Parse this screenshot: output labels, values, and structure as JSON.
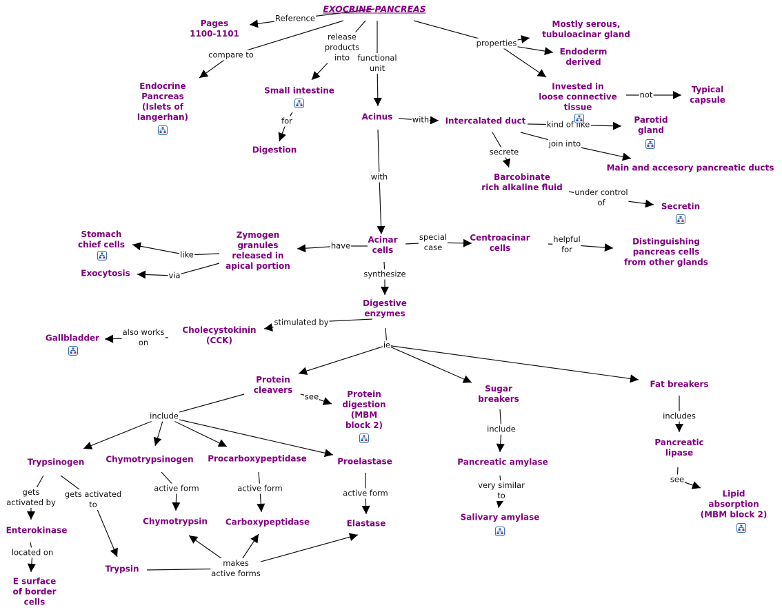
{
  "map_title": "EXOCRINE PANCREAS",
  "colors": {
    "concept": "#800080",
    "link": "#111111",
    "icon_border": "#3a6fb0"
  },
  "concepts": {
    "exocrine": "EXOCRINE PANCREAS",
    "pages": "Pages\n1100-1101",
    "endocrine": "Endocrine\nPancreas\n(Islets of\nlangerhan)",
    "small_intestine": "Small intestine",
    "digestion": "Digestion",
    "acinus": "Acinus",
    "serous": "Mostly serous,\ntubuloacinar gland",
    "endoderm": "Endoderm\nderived",
    "invested": "Invested in\nloose connective\ntissue",
    "typical_capsule": "Typical\ncapsule",
    "intercalated": "Intercalated duct",
    "parotid": "Parotid\ngland",
    "main_ducts": "Main and accesory pancreatic ducts",
    "barcobinate": "Barcobinate\nrich alkaline fluid",
    "secretin": "Secretin",
    "stomach_chief": "Stomach\nchief cells",
    "exocytosis": "Exocytosis",
    "zymogen": "Zymogen\ngranules\nreleased in\napical portion",
    "acinar_cells": "Acinar\ncells",
    "centroacinar": "Centroacinar\ncells",
    "distinguishing": "Distinguishing\npancreas cells\nfrom other glands",
    "digestive_enzymes": "Digestive\nenzymes",
    "cck": "Cholecystokinin\n(CCK)",
    "gallbladder": "Gallbladder",
    "protein_cleavers": "Protein\ncleavers",
    "protein_digestion": "Protein\ndigestion\n(MBM\nblock 2)",
    "sugar_breakers": "Sugar\nbreakers",
    "fat_breakers": "Fat breakers",
    "trypsinogen": "Trypsinogen",
    "chymotrypsinogen": "Chymotrypsinogen",
    "procarboxypeptidase": "Procarboxypeptidase",
    "proelastase": "Proelastase",
    "pancreatic_amylase": "Pancreatic amylase",
    "salivary_amylase": "Salivary amylase",
    "pancreatic_lipase": "Pancreatic\nlipase",
    "lipid_absorption": "Lipid\nabsorption\n(MBM block 2)",
    "enterokinase": "Enterokinase",
    "e_surface": "E surface\nof border\ncells",
    "trypsin": "Trypsin",
    "chymotrypsin": "Chymotrypsin",
    "carboxypeptidase": "Carboxypeptidase",
    "elastase": "Elastase"
  },
  "link_phrases": {
    "reference": "Reference",
    "compare_to": "compare to",
    "release_products": "release\nproducts\ninto",
    "functional_unit": "functional\nunit",
    "properties": "properties",
    "for": "for",
    "not": "not",
    "with_1": "with",
    "kind_of_like": "kind of like",
    "join_into": "join into",
    "secrete": "secrete",
    "under_control": "under control\nof",
    "with_2": "with",
    "have": "have",
    "like": "like",
    "via": "via",
    "special_case": "special\ncase",
    "helpful_for": "helpful\nfor",
    "synthesize": "synthesize",
    "stimulated_by": "stimulated by",
    "also_works_on": "also works\non",
    "ie": "ie",
    "see_1": "see",
    "include_1": "include",
    "include_2": "include",
    "includes": "includes",
    "very_similar": "very similar\nto",
    "see_2": "see",
    "gets_activated_by": "gets\nactivated by",
    "gets_activated_to": "gets activated\nto",
    "active_form_1": "active form",
    "active_form_2": "active form",
    "active_form_3": "active form",
    "located_on": "located on",
    "makes_active": "makes\nactive forms"
  },
  "resource_icons": [
    "small_intestine",
    "endocrine",
    "invested",
    "parotid",
    "secretin",
    "stomach_chief",
    "gallbladder",
    "protein_digestion",
    "salivary_amylase",
    "lipid_absorption"
  ],
  "icon_name": "submap-icon"
}
